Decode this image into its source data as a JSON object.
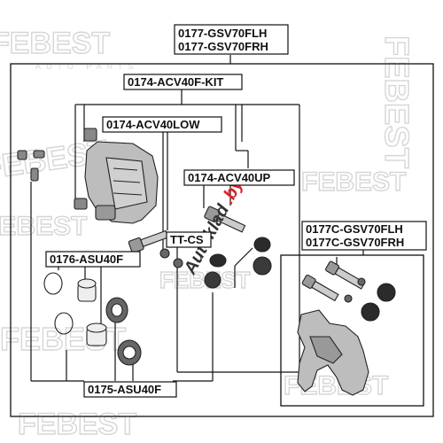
{
  "labels": {
    "top_lh": "0177-GSV70FLH",
    "top_rh": "0177-GSV70FRH",
    "kit": "0174-ACV40F-KIT",
    "low": "0174-ACV40LOW",
    "up": "0174-ACV40UP",
    "ttcs": "TT-CS",
    "support_lh": "0177C-GSV70FLH",
    "support_rh": "0177C-GSV70FRH",
    "piston_kit": "0176-ASU40F",
    "seal_kit": "0175-ASU40F"
  },
  "watermark": {
    "brand": "FEBEST",
    "slogan": "AUTO PARTS"
  },
  "logo": {
    "text": "Autoklad",
    "domain": ".by"
  },
  "colors": {
    "line": "#111111",
    "part_fill": "#bdbdbd",
    "rubber_fill": "#2b2b2b",
    "watermark": "#d6d6d6",
    "logo_accent": "#e0202a"
  }
}
